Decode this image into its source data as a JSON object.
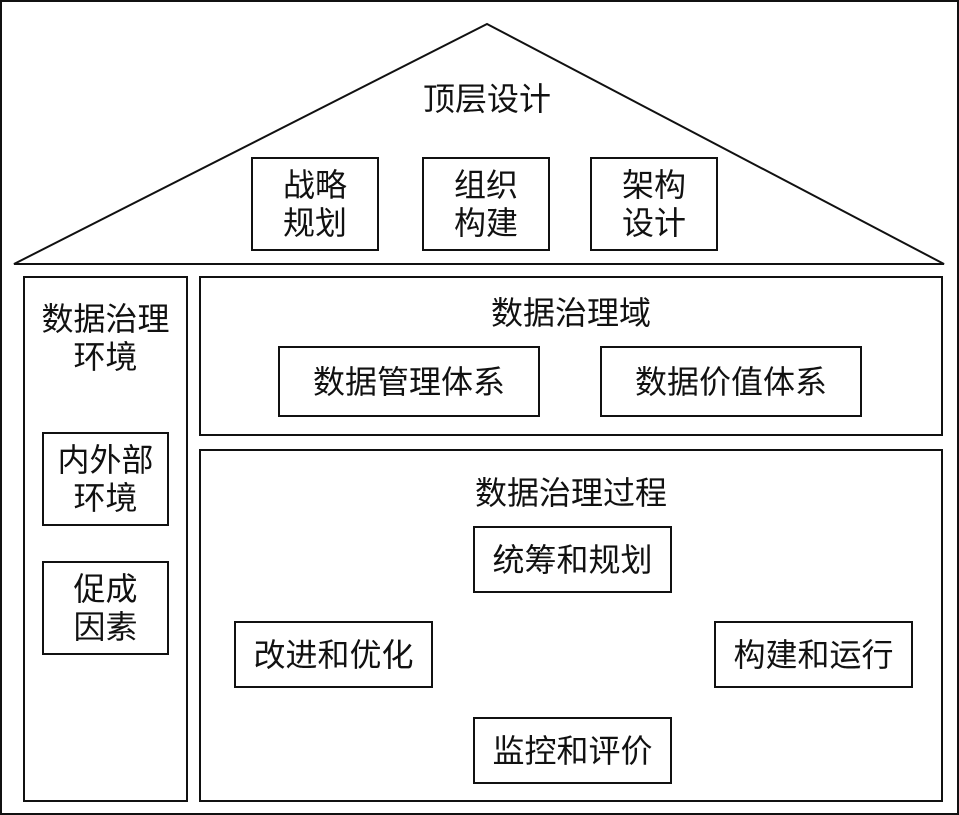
{
  "roof": {
    "title": "顶层设计",
    "items": [
      {
        "line1": "战略",
        "line2": "规划"
      },
      {
        "line1": "组织",
        "line2": "构建"
      },
      {
        "line1": "架构",
        "line2": "设计"
      }
    ]
  },
  "environment": {
    "title_line1": "数据治理",
    "title_line2": "环境",
    "items": [
      {
        "line1": "内外部",
        "line2": "环境"
      },
      {
        "line1": "促成",
        "line2": "因素"
      }
    ]
  },
  "domain": {
    "title": "数据治理域",
    "items": [
      "数据管理体系",
      "数据价值体系"
    ]
  },
  "process": {
    "title": "数据治理过程",
    "steps": {
      "plan": "统筹和规划",
      "build": "构建和运行",
      "monitor": "监控和评价",
      "improve": "改进和优化"
    }
  }
}
